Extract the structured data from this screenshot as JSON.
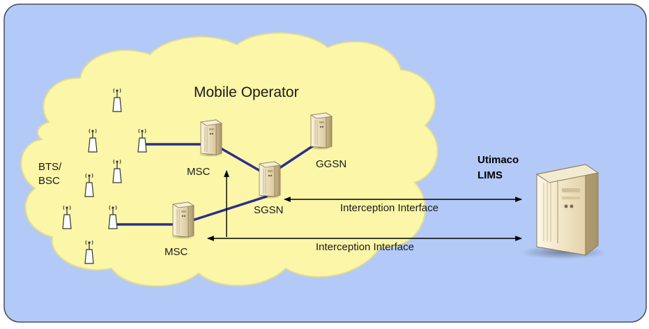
{
  "diagram": {
    "cloud_title": "Mobile Operator",
    "bts_label_line1": "BTS/",
    "bts_label_line2": "BSC",
    "nodes": {
      "msc_upper": "MSC",
      "msc_lower": "MSC",
      "sgsn": "SGSN",
      "ggsn": "GGSN"
    },
    "interfaces": {
      "upper": "Interception Interface",
      "lower": "Interception Interface"
    },
    "lims_line1": "Utimaco",
    "lims_line2": "LIMS"
  },
  "colors": {
    "panel_fill": "#b3c9f7",
    "panel_border": "#4a4f5a",
    "cloud_fill": "#fbf6a8",
    "cloud_stroke": "#d9d38a",
    "link_line": "#2b2f8c",
    "arrow_line": "#000000",
    "server_body": "#f1e6c8"
  },
  "icons": {
    "antenna": "antenna-icon",
    "switch_server": "server-icon",
    "lims_server": "server-tower-icon"
  }
}
